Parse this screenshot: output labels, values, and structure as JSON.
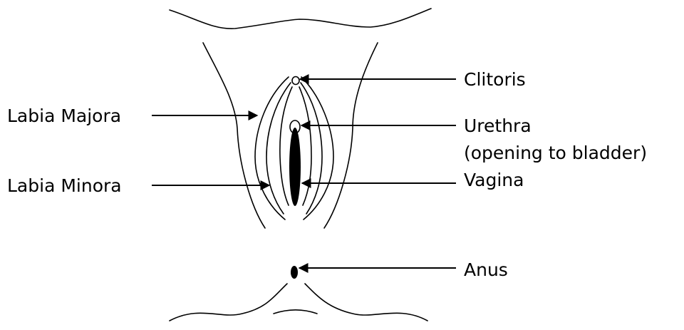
{
  "diagram": {
    "labels": {
      "clitoris": "Clitoris",
      "urethra": "Urethra",
      "urethra_note": "(opening to bladder)",
      "vagina": "Vagina",
      "labia_majora": "Labia Majora",
      "labia_minora": "Labia Minora",
      "anus": "Anus"
    },
    "colors": {
      "ink": "#000000",
      "background": "#ffffff"
    }
  }
}
